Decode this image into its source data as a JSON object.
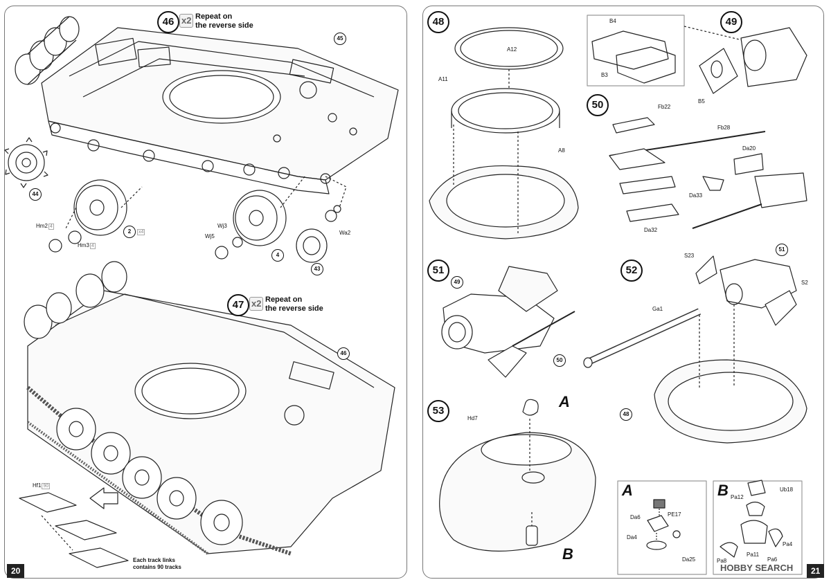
{
  "left_page": {
    "page_number": "20",
    "steps": [
      {
        "number": "46",
        "multiplier": "x2",
        "repeat_note": [
          "Repeat on",
          "the reverse side"
        ]
      },
      {
        "number": "47",
        "multiplier": "x2",
        "repeat_note": [
          "Repeat on",
          "the reverse side"
        ]
      }
    ],
    "refs": {
      "r45": "45",
      "r44": "44",
      "r46": "46",
      "r43": "43",
      "r2": "2",
      "r4": "4"
    },
    "ref2_qty": "x4",
    "part_labels": {
      "hm2": "Hm2",
      "hm2_qty": "4",
      "hm3": "Hm3",
      "hm3_qty": "4",
      "wj3": "Wj3",
      "wj5": "Wj5",
      "wa2": "Wa2",
      "hf1": "Hf1",
      "hf1_qty": "90"
    },
    "track_note": [
      "Each track links",
      "contains 90 tracks"
    ]
  },
  "right_page": {
    "page_number": "21",
    "steps": {
      "s48": "48",
      "s49": "49",
      "s50": "50",
      "s51": "51",
      "s52": "52",
      "s53": "53"
    },
    "refs": {
      "r49": "49",
      "r50": "50",
      "r51": "51",
      "r48": "48"
    },
    "part_labels": {
      "a12": "A12",
      "a11": "A11",
      "a8": "A8",
      "b4": "B4",
      "b3": "B3",
      "b5": "B5",
      "fb22": "Fb22",
      "fb28": "Fb28",
      "da20": "Da20",
      "da33": "Da33",
      "da32": "Da32",
      "s23": "S23",
      "s2": "S2",
      "ga1": "Ga1",
      "hd7": "Hd7",
      "da6": "Da6",
      "pe17": "PE17",
      "da4": "Da4",
      "da25": "Da25",
      "pa12": "Pa12",
      "ub18": "Ub18",
      "pa4": "Pa4",
      "pa8": "Pa8",
      "pa11": "Pa11",
      "pa6": "Pa6"
    },
    "detail_letters": {
      "a": "A",
      "b": "B"
    },
    "watermark": "HOBBY SEARCH"
  },
  "colors": {
    "line": "#222222",
    "frame": "#777777",
    "page": "#ffffff",
    "badge": "#f2f2f2"
  }
}
